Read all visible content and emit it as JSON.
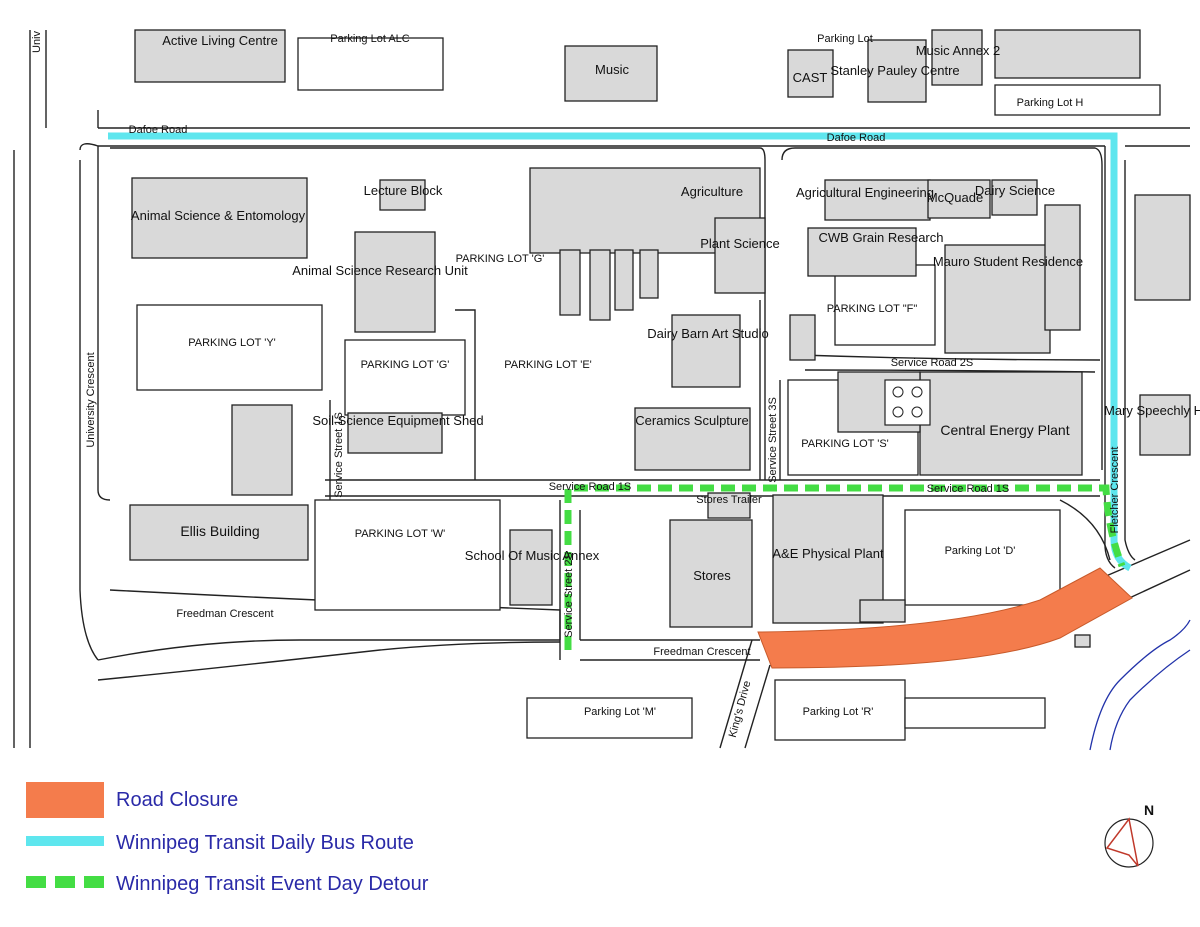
{
  "buildings": {
    "active_living": "Active Living Centre",
    "music": "Music",
    "cast": "CAST",
    "stanley_pauley": "Stanley Pauley Centre",
    "music_annex": "Music Annex 2",
    "animal_science": "Animal Science & Entomology",
    "lecture_block": "Lecture Block",
    "agriculture": "Agriculture",
    "plant_science": "Plant Science",
    "ag_engineering": "Agricultural Engineering",
    "mcquade": "McQuade",
    "dairy_science": "Dairy Science",
    "cwb": "CWB Grain Research",
    "mauro": "Mauro Student Residence",
    "as_research": "Animal Science Research Unit",
    "dairy_barn": "Dairy Barn Art Studio",
    "soil_science": "Soil Science Equipment Shed",
    "ceramics": "Ceramics Sculpture",
    "central_energy": "Central Energy Plant",
    "mary_speechly": "Mary Speechly Hall",
    "ellis": "Ellis Building",
    "school_music_annex": "School Of Music Annex",
    "stores": "Stores",
    "stores_trailer": "Stores Trailer",
    "ae_plant": "A&E Physical Plant"
  },
  "parking": {
    "alc": "Parking Lot ALC",
    "lot_small": "Parking Lot",
    "lot_h": "Parking Lot H",
    "lot_g_upper": "PARKING LOT 'G'",
    "lot_y": "PARKING LOT 'Y'",
    "lot_g": "PARKING LOT 'G'",
    "lot_e": "PARKING LOT 'E'",
    "lot_f": "PARKING LOT \"F\"",
    "lot_s": "PARKING LOT 'S'",
    "lot_w": "PARKING LOT 'W'",
    "lot_d": "Parking Lot 'D'",
    "lot_m": "Parking Lot 'M'",
    "lot_r": "Parking Lot 'R'"
  },
  "streets": {
    "dafoe_left": "Dafoe Road",
    "dafoe_right": "Dafoe Road",
    "univ_cres": "University Crescent",
    "univ_top": "Univ",
    "ss1s_v": "Service Street 1S",
    "ss2s_v": "Service Street 2S",
    "ss3s_v": "Service Street 3S",
    "sr1s_a": "Service Road 1S",
    "sr1s_b": "Service Road 1S",
    "sr2s": "Service Road 2S",
    "freedman_a": "Freedman Crescent",
    "freedman_b": "Freedman Crescent",
    "kings": "King's Drive",
    "fletcher": "Fletcher Crescent"
  },
  "legend": {
    "closure": "Road Closure",
    "bus": "Winnipeg Transit Daily Bus Route",
    "detour": "Winnipeg Transit Event Day Detour",
    "north": "N"
  },
  "colors": {
    "closure": "#f47c4c",
    "bus": "#5ee6ee",
    "detour": "#44dd44",
    "legend_text": "#2a2aa8"
  }
}
